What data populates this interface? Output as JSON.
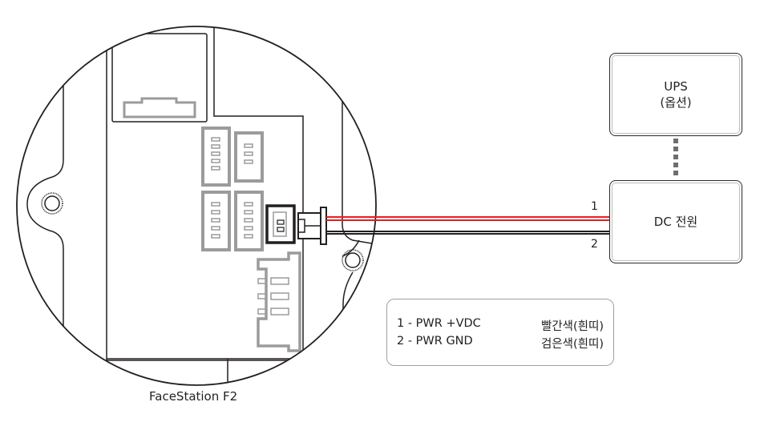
{
  "device": {
    "caption": "FaceStation F2"
  },
  "ups_box": {
    "title": "UPS",
    "subtitle": "(옵션)"
  },
  "dc_box": {
    "title": "DC 전원"
  },
  "wires": [
    {
      "number": "1",
      "color": "#e31e24"
    },
    {
      "number": "2",
      "color": "#231f20"
    }
  ],
  "legend": {
    "rows": [
      {
        "pin": "1 - PWR +VDC",
        "color_name": "빨간색(흰띠)"
      },
      {
        "pin": "2 - PWR GND",
        "color_name": "검은색(흰띠)"
      }
    ]
  },
  "colors": {
    "line": "#231f20",
    "connector_gray": "#9b9b9b",
    "red_wire": "#e31e24",
    "dotted_link": "#6d6e70"
  }
}
